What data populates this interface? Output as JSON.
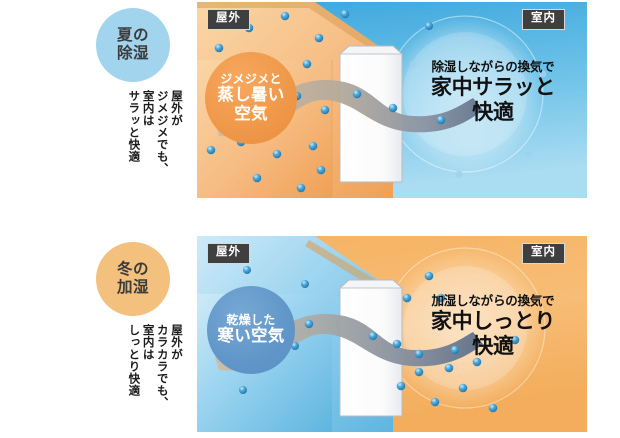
{
  "panels": [
    {
      "id": "summer",
      "season_badge": {
        "line1": "夏の",
        "line2": "除湿"
      },
      "vertical_caption": [
        "屋外が",
        "ジメジメでも、",
        "室内は",
        "サラッと快適"
      ],
      "outdoor_label": "屋外",
      "indoor_label": "室内",
      "air_circle": {
        "small": "ジメジメと",
        "big1": "蒸し暑い",
        "big2": "空気"
      },
      "indoor_message": {
        "small": "除湿しながらの換気で",
        "big1": "家中サラッと",
        "big2": "快適"
      },
      "colors": {
        "badge_bg": "#a2d4ee",
        "outdoor_start": "#f9c98e",
        "outdoor_end": "#f2a155",
        "indoor_start": "#3aa6dd",
        "indoor_end": "#a9dcf2",
        "air_circle": "#ef9748",
        "droplet": "#3f9ad4",
        "ribbon_start": "#c8b69c",
        "ribbon_end": "#6f7f93"
      }
    },
    {
      "id": "winter",
      "season_badge": {
        "line1": "冬の",
        "line2": "加湿"
      },
      "vertical_caption": [
        "屋外が",
        "カラカラでも、",
        "室内は",
        "しっとり快適"
      ],
      "outdoor_label": "屋外",
      "indoor_label": "室内",
      "air_circle": {
        "small": "乾燥した",
        "big1": "寒い空気",
        "big2": ""
      },
      "indoor_message": {
        "small": "加湿しながらの換気で",
        "big1": "家中しっとり",
        "big2": "快適"
      },
      "colors": {
        "badge_bg": "#f3c07e",
        "outdoor_start": "#a8dcf2",
        "outdoor_end": "#5fb5e0",
        "indoor_start": "#f7b763",
        "indoor_end": "#f5c88d",
        "air_circle": "#5f95c8",
        "droplet": "#3f9ad4",
        "ribbon_start": "#c8b69c",
        "ribbon_end": "#6f7f93"
      }
    }
  ]
}
